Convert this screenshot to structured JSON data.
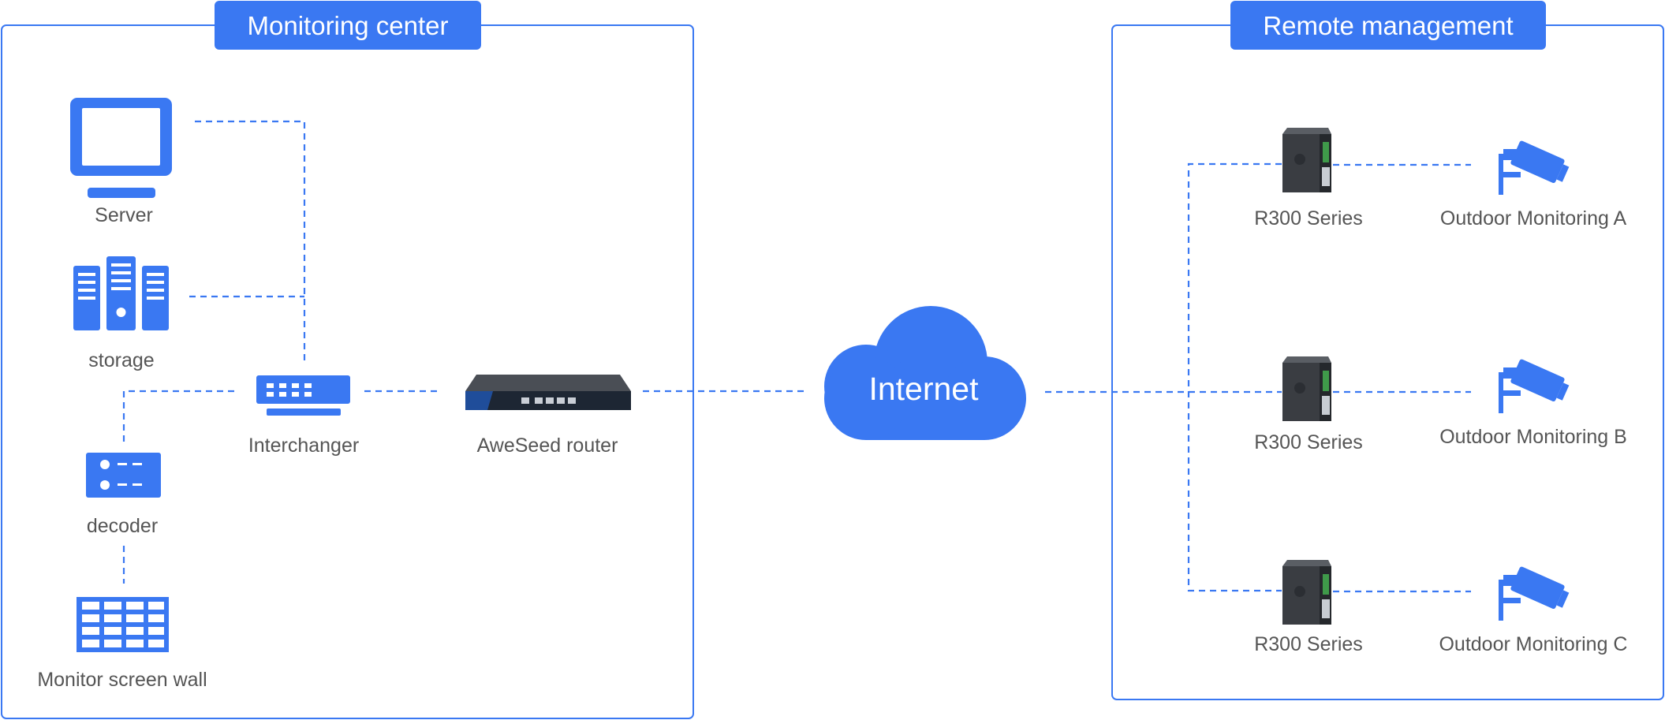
{
  "colors": {
    "accent": "#3a78f2",
    "label": "#555555",
    "device_dark": "#3a3d42"
  },
  "monitoring_center": {
    "title": "Monitoring center",
    "server_label": "Server",
    "storage_label": "storage",
    "interchanger_label": "Interchanger",
    "router_label": "AweSeed router",
    "decoder_label": "decoder",
    "screen_wall_label": "Monitor screen wall"
  },
  "internet": {
    "label": "Internet"
  },
  "remote_management": {
    "title": "Remote management",
    "routers": [
      {
        "label": "R300 Series"
      },
      {
        "label": "R300 Series"
      },
      {
        "label": "R300 Series"
      }
    ],
    "cameras": [
      {
        "label": "Outdoor Monitoring A"
      },
      {
        "label": "Outdoor Monitoring B"
      },
      {
        "label": "Outdoor Monitoring C"
      }
    ]
  },
  "icons": {
    "server": "monitor-icon",
    "storage": "storage-rack-icon",
    "interchanger": "switch-icon",
    "router": "rack-router-icon",
    "decoder": "decoder-icon",
    "screen_wall": "video-wall-icon",
    "internet": "cloud-icon",
    "r300": "industrial-router-icon",
    "camera": "cctv-camera-icon"
  }
}
